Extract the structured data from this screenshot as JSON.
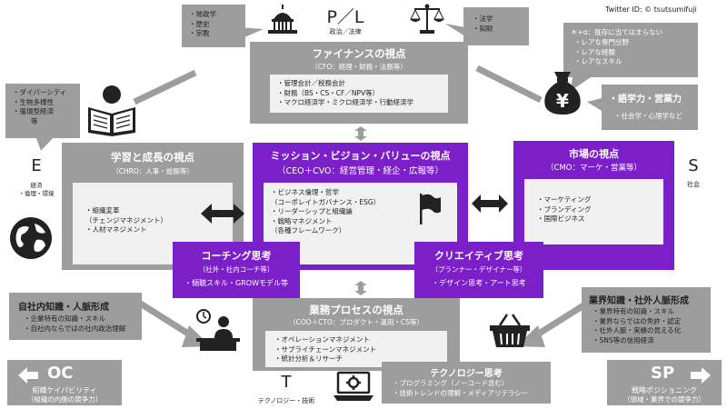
{
  "credit": "Twitter ID: © tsutsumifuji",
  "pl": {
    "letters": "P／L",
    "caption": "政治／法律"
  },
  "left_pl_bubble": [
    "・地政学",
    "・歴史",
    "・宗教"
  ],
  "right_pl_bubble": [
    "・法学",
    "・知財"
  ],
  "finance": {
    "title": "ファイナンスの視点",
    "subtitle": "（CFO：経理・財務・法務等）",
    "items": [
      "・管理会計／税務会計",
      "・財務（BS・CS・CF／NPV等）",
      "・マクロ経済学・ミクロ経済学・行動経済学"
    ]
  },
  "alpha_bubble": {
    "heading": "＊+α：既存に当てはまらない",
    "items": [
      "・レアな専門分野",
      "・レアな経験",
      "・レアなスキル"
    ]
  },
  "language_bubble": {
    "heading": "・語学力・営業力",
    "items": [
      "・社会学・心理学など"
    ]
  },
  "diversity_bubble": [
    "・ダイバーシティ",
    "・生物多様性",
    "・循環型経済",
    "等"
  ],
  "e_side": {
    "letter": "E",
    "caption": "経済\n・倫理・環境"
  },
  "s_side": {
    "letter": "S",
    "caption": "社会"
  },
  "learning": {
    "title": "学習と成長の視点",
    "subtitle": "（CHRO：人事・総務等）",
    "items": [
      "・組織変革",
      "（チェンジマネジメント）",
      "・人材マネジメント"
    ]
  },
  "mission": {
    "title": "ミッション・ビジョン・バリューの視点",
    "subtitle": "（CEO＋CVO：経営管理・経企・広報等）",
    "items": [
      "・ビジネス倫理・哲学",
      "（コーポレイトガバナンス・ESG）",
      "・リーダーシップと組織論",
      "・戦略マネジメント",
      "（各種フレームワーク）"
    ]
  },
  "market": {
    "title": "市場の視点",
    "subtitle": "（CMO：マーケ・営業等）",
    "items": [
      "・マーケティング",
      "・ブランディング",
      "・国際ビジネス"
    ]
  },
  "coaching": {
    "title": "コーチング思考",
    "subtitle": "（社外・社内コーチ等）",
    "items": [
      "・傾聴スキル・GROWモデル等"
    ]
  },
  "creative": {
    "title": "クリエイティブ思考",
    "subtitle": "（プランナー・デザイナー等）",
    "items": [
      "・デザイン思考・アート思考"
    ]
  },
  "internal_knowledge": {
    "heading": "自社内知識・人脈形成",
    "items": [
      "・企業特有の知識・スキル",
      "・自社内ならではの社内政治理解"
    ]
  },
  "process": {
    "title": "業務プロセスの視点",
    "subtitle": "（COO＋CTO：プロダクト・運用・CS等）",
    "items": [
      "・オペレーションマネジメント",
      "・サプライチェーンマネジメント",
      "・統計分析＆リサーチ"
    ]
  },
  "industry_knowledge": {
    "heading": "業界知識・社外人脈形成",
    "items": [
      "・業界特有の知識・スキル",
      "・業界ならではの免許・認定",
      "・社外人脈・実績の見える化",
      "・SNS等の信用経済"
    ]
  },
  "t_side": {
    "letter": "T",
    "caption": "テクノロジー・技術"
  },
  "tech_thinking": {
    "heading": "テクノロジー思考",
    "items": [
      "・プログラミング（ノーコード含む）",
      "・技術トレンドの理解・メディアリテラシー"
    ]
  },
  "oc": {
    "abbr": "OC",
    "line1": "組織ケイパビリティ",
    "line2": "（組織の内側の競争力）"
  },
  "sp": {
    "abbr": "SP",
    "line1": "戦略ポジショニング",
    "line2": "（領域・業界での競争力）"
  },
  "icons": [
    "capitol-icon",
    "scales-icon",
    "yen-bag-icon",
    "reader-icon",
    "globe-icon",
    "flag-icon",
    "presenter-icon",
    "basket-icon",
    "laptop-gear-icon",
    "arrow-left-icon",
    "arrow-right-icon"
  ],
  "colors": {
    "gray": "#9d9d9d",
    "purple": "#7b1fc9",
    "panel": "#f1f1f1"
  }
}
